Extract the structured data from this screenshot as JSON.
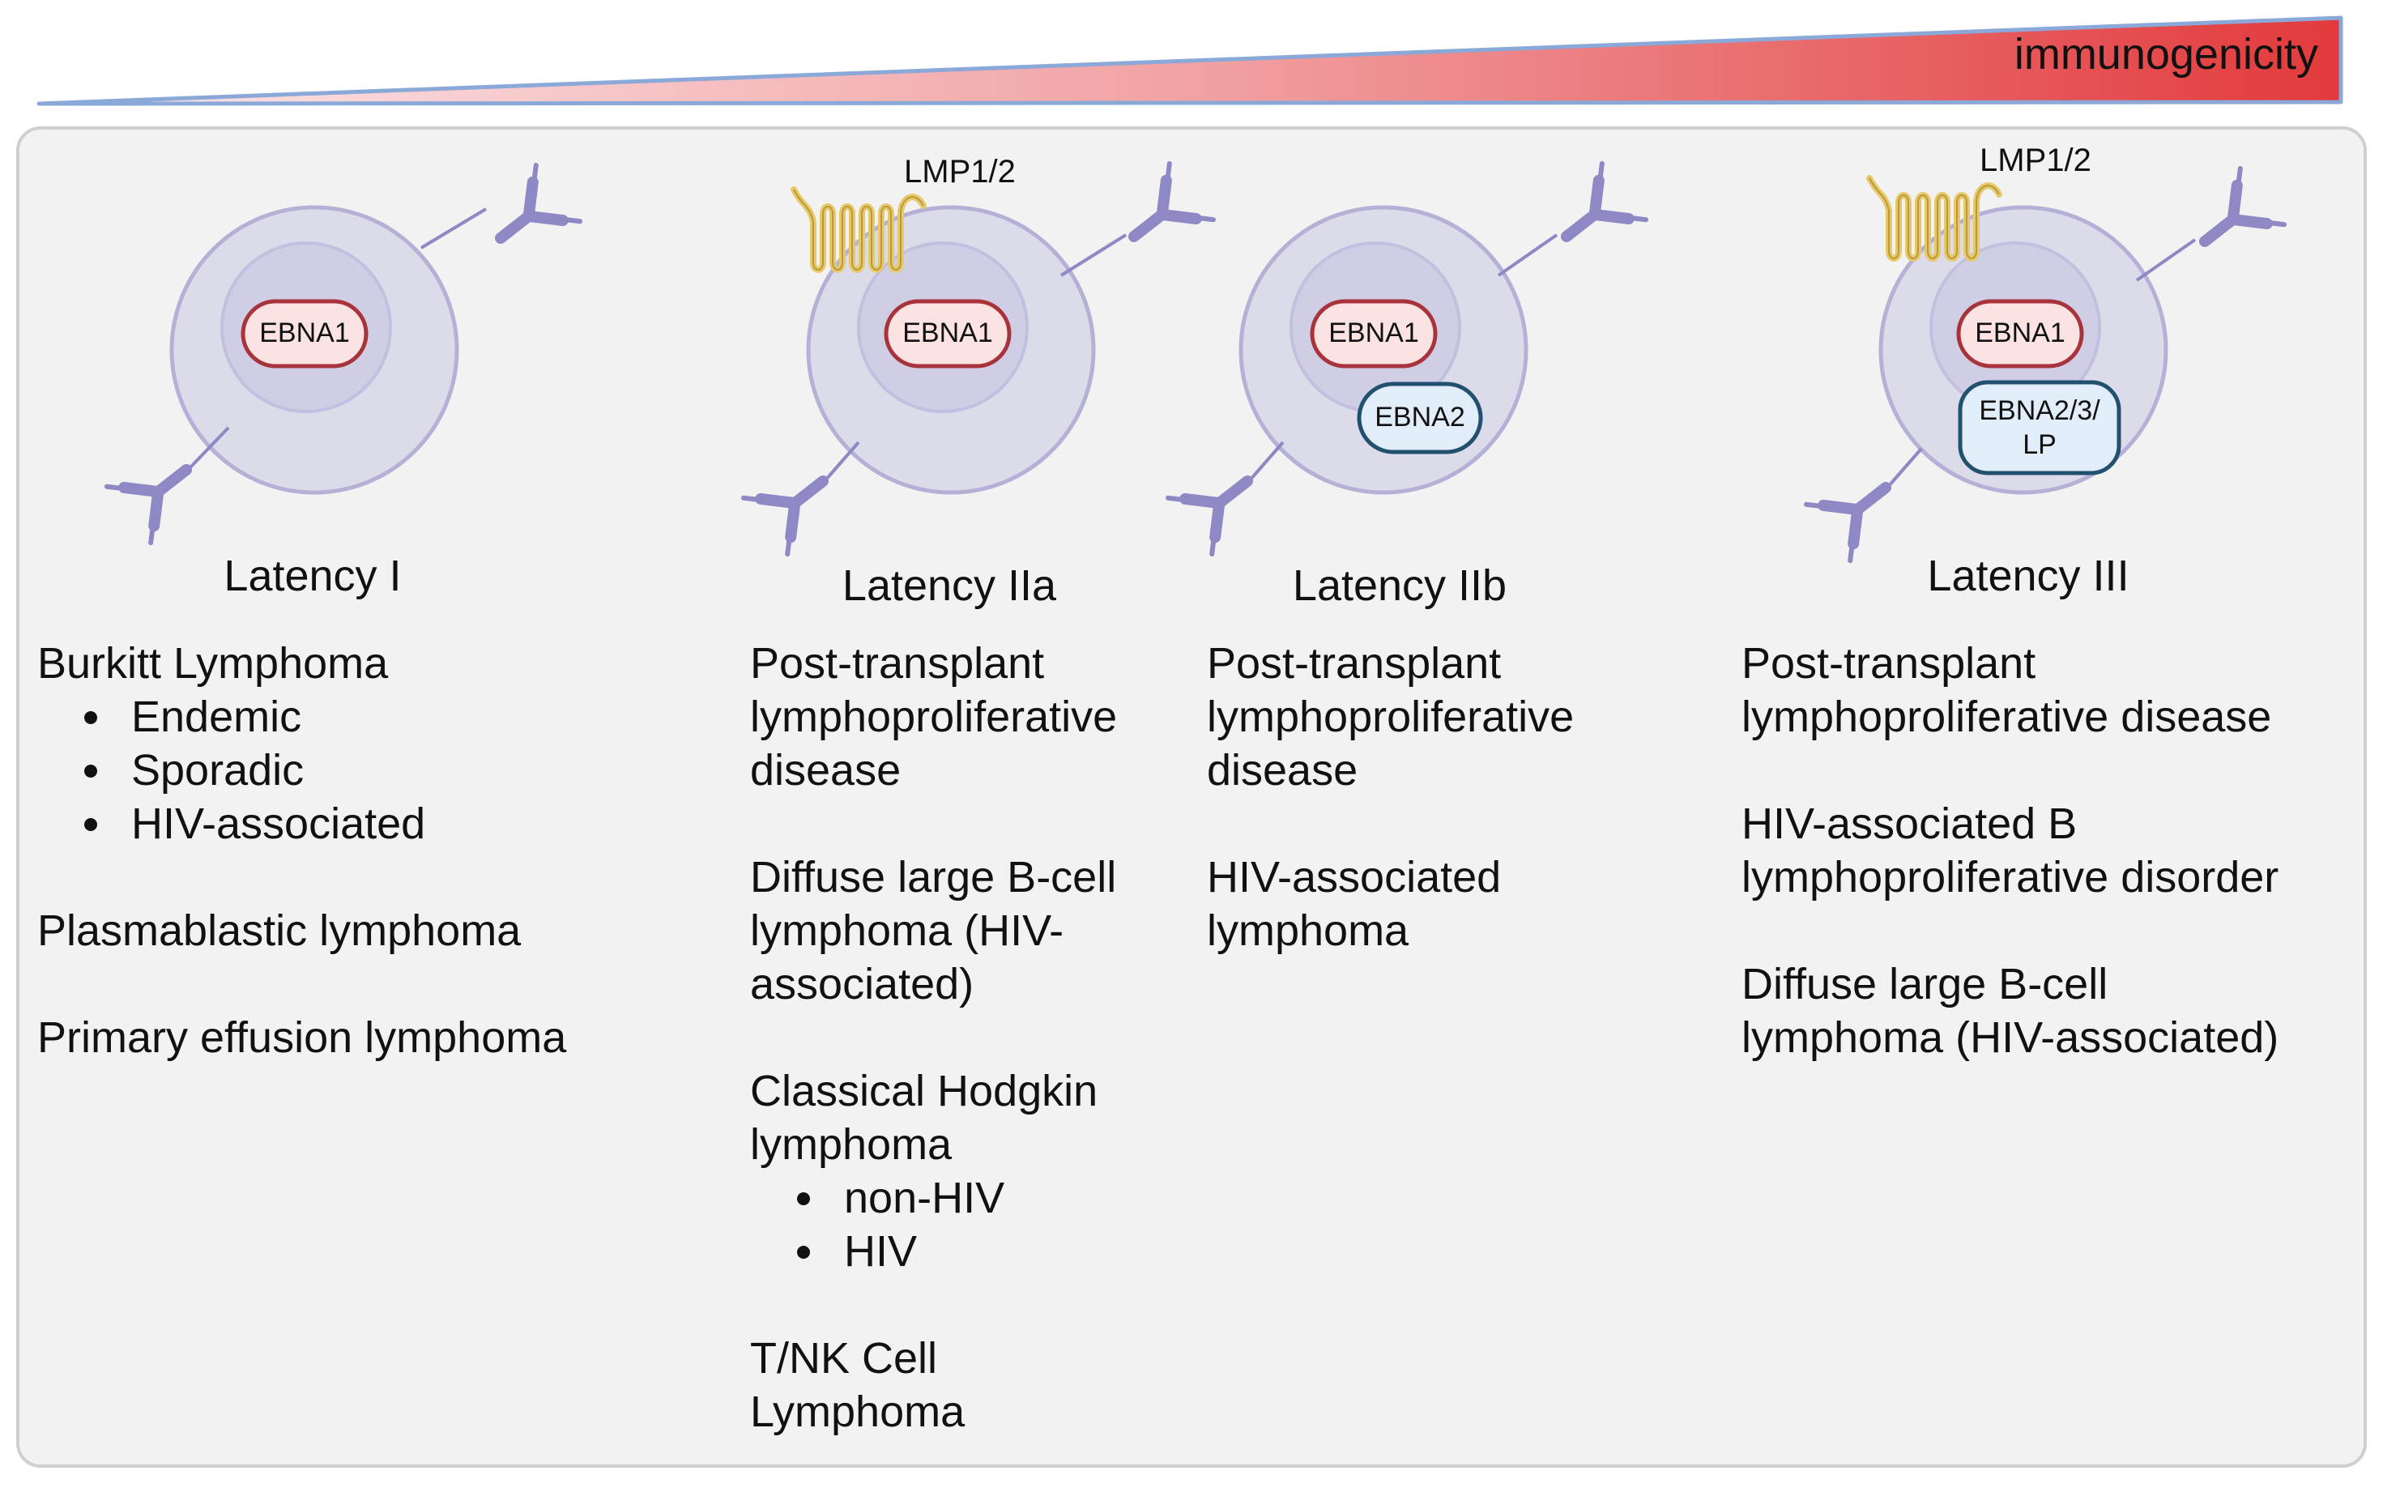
{
  "gradient": {
    "label": "immunogenicity",
    "start_color": "#fce8ea",
    "end_color": "#e23a3c",
    "outline_color": "#8aa8d8"
  },
  "cells": {
    "ebna1_label": "EBNA1",
    "ebna2_label": "EBNA2",
    "ebna23lp_line1": "EBNA2/3/",
    "ebna23lp_line2": "LP",
    "lmp_label": "LMP1/2",
    "cell_fill": "#dcdbea",
    "nucleus_fill": "#d0cee4",
    "membrane_color": "#b5b1d6",
    "antibody_color": "#8e88c4",
    "ebna1_fill": "#fbe3e3",
    "ebna1_stroke": "#a8333a",
    "ebna2_fill": "#e1eef9",
    "ebna2_stroke": "#22506f",
    "lmp_color": "#e8c96a"
  },
  "latency": [
    {
      "title": "Latency I",
      "entries": [
        {
          "lines": [
            "Burkitt Lymphoma"
          ],
          "bullets": [
            "Endemic",
            "Sporadic",
            "HIV-associated"
          ]
        },
        {
          "lines": [
            "Plasmablastic lymphoma"
          ],
          "bullets": []
        },
        {
          "lines": [
            "Primary effusion lymphoma"
          ],
          "bullets": []
        }
      ]
    },
    {
      "title": "Latency IIa",
      "entries": [
        {
          "lines": [
            "Post-transplant",
            "lymphoproliferative",
            "disease"
          ],
          "bullets": []
        },
        {
          "lines": [
            "Diffuse large B-cell",
            "lymphoma (HIV-",
            "associated)"
          ],
          "bullets": []
        },
        {
          "lines": [
            "Classical Hodgkin",
            "lymphoma"
          ],
          "bullets": [
            "non-HIV",
            "HIV"
          ]
        },
        {
          "lines": [
            "T/NK Cell",
            "Lymphoma"
          ],
          "bullets": []
        }
      ]
    },
    {
      "title": "Latency IIb",
      "entries": [
        {
          "lines": [
            "Post-transplant",
            "lymphoproliferative",
            "disease"
          ],
          "bullets": []
        },
        {
          "lines": [
            "HIV-associated",
            "lymphoma"
          ],
          "bullets": []
        }
      ]
    },
    {
      "title": "Latency III",
      "entries": [
        {
          "lines": [
            "Post-transplant",
            "lymphoproliferative disease"
          ],
          "bullets": []
        },
        {
          "lines": [
            "HIV-associated B",
            "lymphoproliferative disorder"
          ],
          "bullets": []
        },
        {
          "lines": [
            "Diffuse large B-cell",
            "lymphoma (HIV-associated)"
          ],
          "bullets": []
        }
      ]
    }
  ]
}
